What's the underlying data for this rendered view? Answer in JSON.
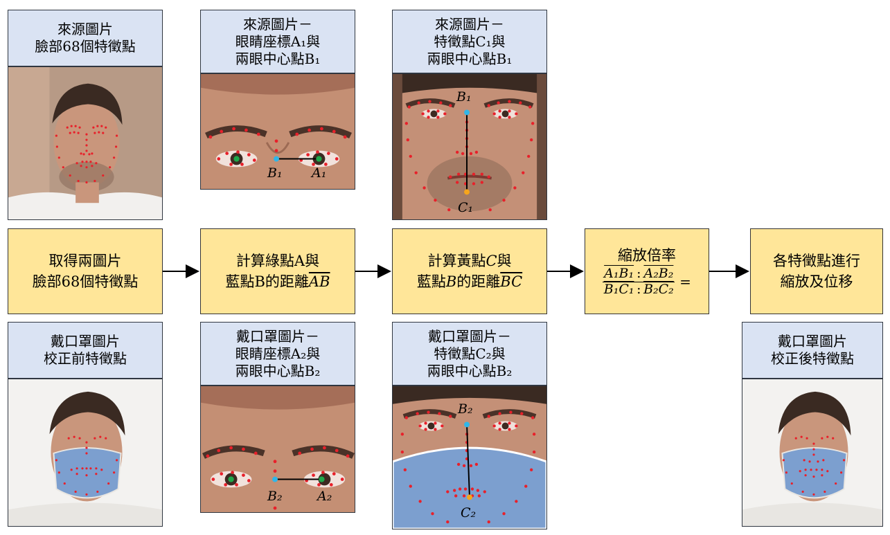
{
  "top_headers": {
    "source_68": "來源圖片\n臉部68個特徵點",
    "source_eye": "來源圖片－\n眼睛座標A₁與\n兩眼中心點B₁",
    "source_feature": "來源圖片－\n特徵點C₁與\n兩眼中心點B₁"
  },
  "bottom_headers": {
    "mask_before": "戴口罩圖片\n校正前特徵點",
    "mask_eye": "戴口罩圖片－\n眼睛座標A₂與\n兩眼中心點B₂",
    "mask_feature": "戴口罩圖片－\n特徵點C₂與\n兩眼中心點B₂",
    "mask_after": "戴口罩圖片\n校正後特徵點"
  },
  "process": {
    "step1": {
      "line1": "取得兩圖片",
      "line2": "臉部68個特徵點"
    },
    "step2": {
      "line1": "計算綠點A與",
      "line2_prefix": "藍點B的距離",
      "line2_bar": "AB"
    },
    "step3": {
      "line1_prefix": "計算黃點",
      "line1_var": "C",
      "line1_suffix": "與",
      "line2_prefix": "藍點",
      "line2_var": "B",
      "line2_mid": "的距離",
      "line2_bar": "BC"
    },
    "step4": {
      "title": "縮放倍率",
      "num_left": "A₁B₁",
      "den_left": "B₁C₁",
      "colon": ":",
      "num_right": "A₂B₂",
      "den_right": "B₂C₂",
      "equals": "="
    },
    "step5": {
      "line1": "各特徵點進行",
      "line2": "縮放及位移"
    }
  },
  "point_labels": {
    "src_eye_B": "B₁",
    "src_eye_A": "A₁",
    "src_face_B": "B₁",
    "src_face_C": "C₁",
    "mask_eye_B": "B₂",
    "mask_eye_A": "A₂",
    "mask_face_B": "B₂",
    "mask_face_C": "C₂"
  },
  "colors": {
    "header_bg": "#dae3f3",
    "process_bg": "#ffe699",
    "landmark": "#e8202a",
    "eye_point": "#1fa84a",
    "center_point": "#30b6e8",
    "feature_point": "#f6a51c",
    "mask": "#7c9fcf"
  },
  "icons": {
    "arrow": "right-arrow"
  }
}
